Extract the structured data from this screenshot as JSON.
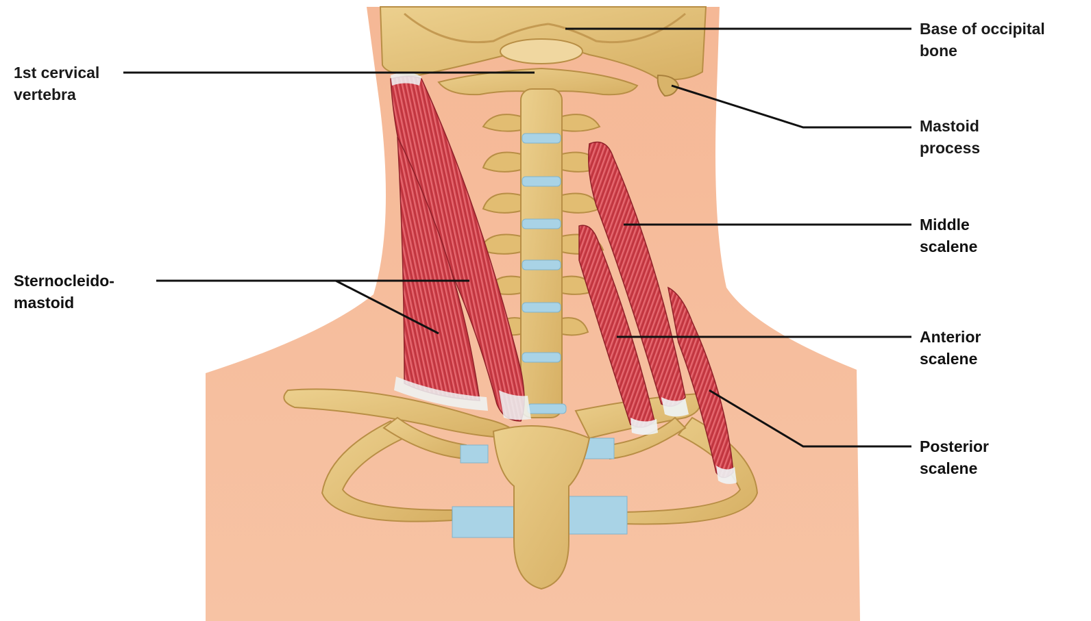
{
  "labels": {
    "occipital": {
      "line1": "Base of occipital",
      "line2": "bone"
    },
    "mastoid": {
      "line1": "Mastoid",
      "line2": "process"
    },
    "middle": {
      "line1": "Middle",
      "line2": "scalene"
    },
    "anterior": {
      "line1": "Anterior",
      "line2": "scalene"
    },
    "posterior": {
      "line1": "Posterior",
      "line2": "scalene"
    },
    "cervical": {
      "line1": "1st cervical",
      "line2": "vertebra"
    },
    "scm": {
      "line1": "Sternocleido-",
      "line2": "mastoid"
    }
  },
  "colors": {
    "skin": "#f2b08e",
    "skin_light": "#f8c8a8",
    "bone": "#e3c07a",
    "bone_dark": "#c9a35a",
    "muscle": "#d8404a",
    "muscle_dark": "#a52a33",
    "cartilage": "#a9d3e6",
    "tendon": "#eef4f6",
    "leader": "#111111"
  }
}
